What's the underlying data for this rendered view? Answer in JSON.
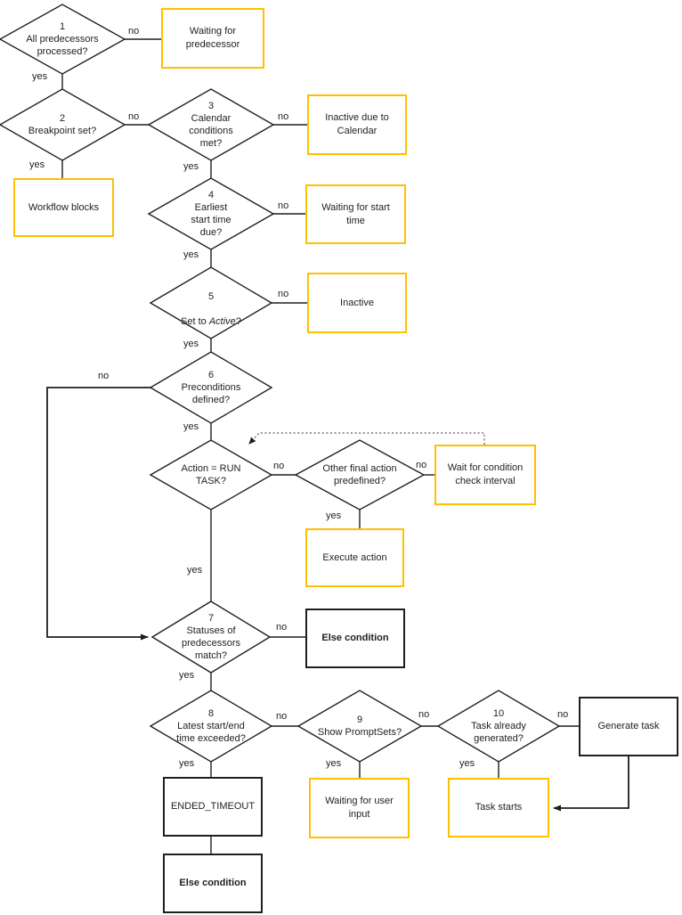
{
  "colors": {
    "accent_yellow": "#FFC000",
    "line_black": "#1f1f1f",
    "dotted_gray": "#595959",
    "background": "#ffffff"
  },
  "nodes": {
    "d1": {
      "text": "1\nAll predecessors\nprocessed?"
    },
    "d2": {
      "text": "2\nBreakpoint set?"
    },
    "d3": {
      "text": "3\nCalendar\nconditions\nmet?"
    },
    "d4": {
      "text": "4\nEarliest\nstart time\ndue?"
    },
    "d5": {
      "num": "5",
      "prefix": "Set to ",
      "italic": "Active",
      "suffix": "?"
    },
    "d6": {
      "text": "6\nPreconditions\ndefined?"
    },
    "d_run_task": {
      "text": "Action = RUN\nTASK?"
    },
    "d_other_action": {
      "text": "Other final action\npredefined?"
    },
    "d7": {
      "text": "7\nStatuses of\npredecessors\nmatch?"
    },
    "d8": {
      "text": "8\nLatest start/end\ntime exceeded?"
    },
    "d9": {
      "text": "9\nShow PromptSets?"
    },
    "d10": {
      "text": "10\nTask already\ngenerated?"
    },
    "waiting_predecessor": {
      "text": "Waiting for\npredecessor"
    },
    "inactive_calendar": {
      "text": "Inactive due to\nCalendar"
    },
    "workflow_blocks": {
      "text": "Workflow blocks"
    },
    "waiting_start_time": {
      "text": "Waiting for start\ntime"
    },
    "inactive": {
      "text": "Inactive"
    },
    "wait_condition_interval": {
      "text": "Wait for condition\ncheck interval"
    },
    "execute_action": {
      "text": "Execute action"
    },
    "else_condition_1": {
      "text": "Else condition"
    },
    "ended_timeout": {
      "text": "ENDED_TIMEOUT"
    },
    "else_condition_2": {
      "text": "Else condition"
    },
    "waiting_user_input": {
      "text": "Waiting for user\ninput"
    },
    "task_starts": {
      "text": "Task starts"
    },
    "generate_task": {
      "text": "Generate task"
    }
  },
  "edges": {
    "d1_no": "no",
    "d1_yes": "yes",
    "d2_no": "no",
    "d2_yes": "yes",
    "d3_no": "no",
    "d3_yes": "yes",
    "d4_no": "no",
    "d4_yes": "yes",
    "d5_no": "no",
    "d5_yes": "yes",
    "d6_no": "no",
    "d6_yes": "yes",
    "d_run_no": "no",
    "d_run_yes": "yes",
    "d_other_no": "no",
    "d_other_yes": "yes",
    "d7_no": "no",
    "d7_yes": "yes",
    "d8_no": "no",
    "d8_yes": "yes",
    "d9_no": "no",
    "d9_yes": "yes",
    "d10_no": "no",
    "d10_yes": "yes"
  }
}
